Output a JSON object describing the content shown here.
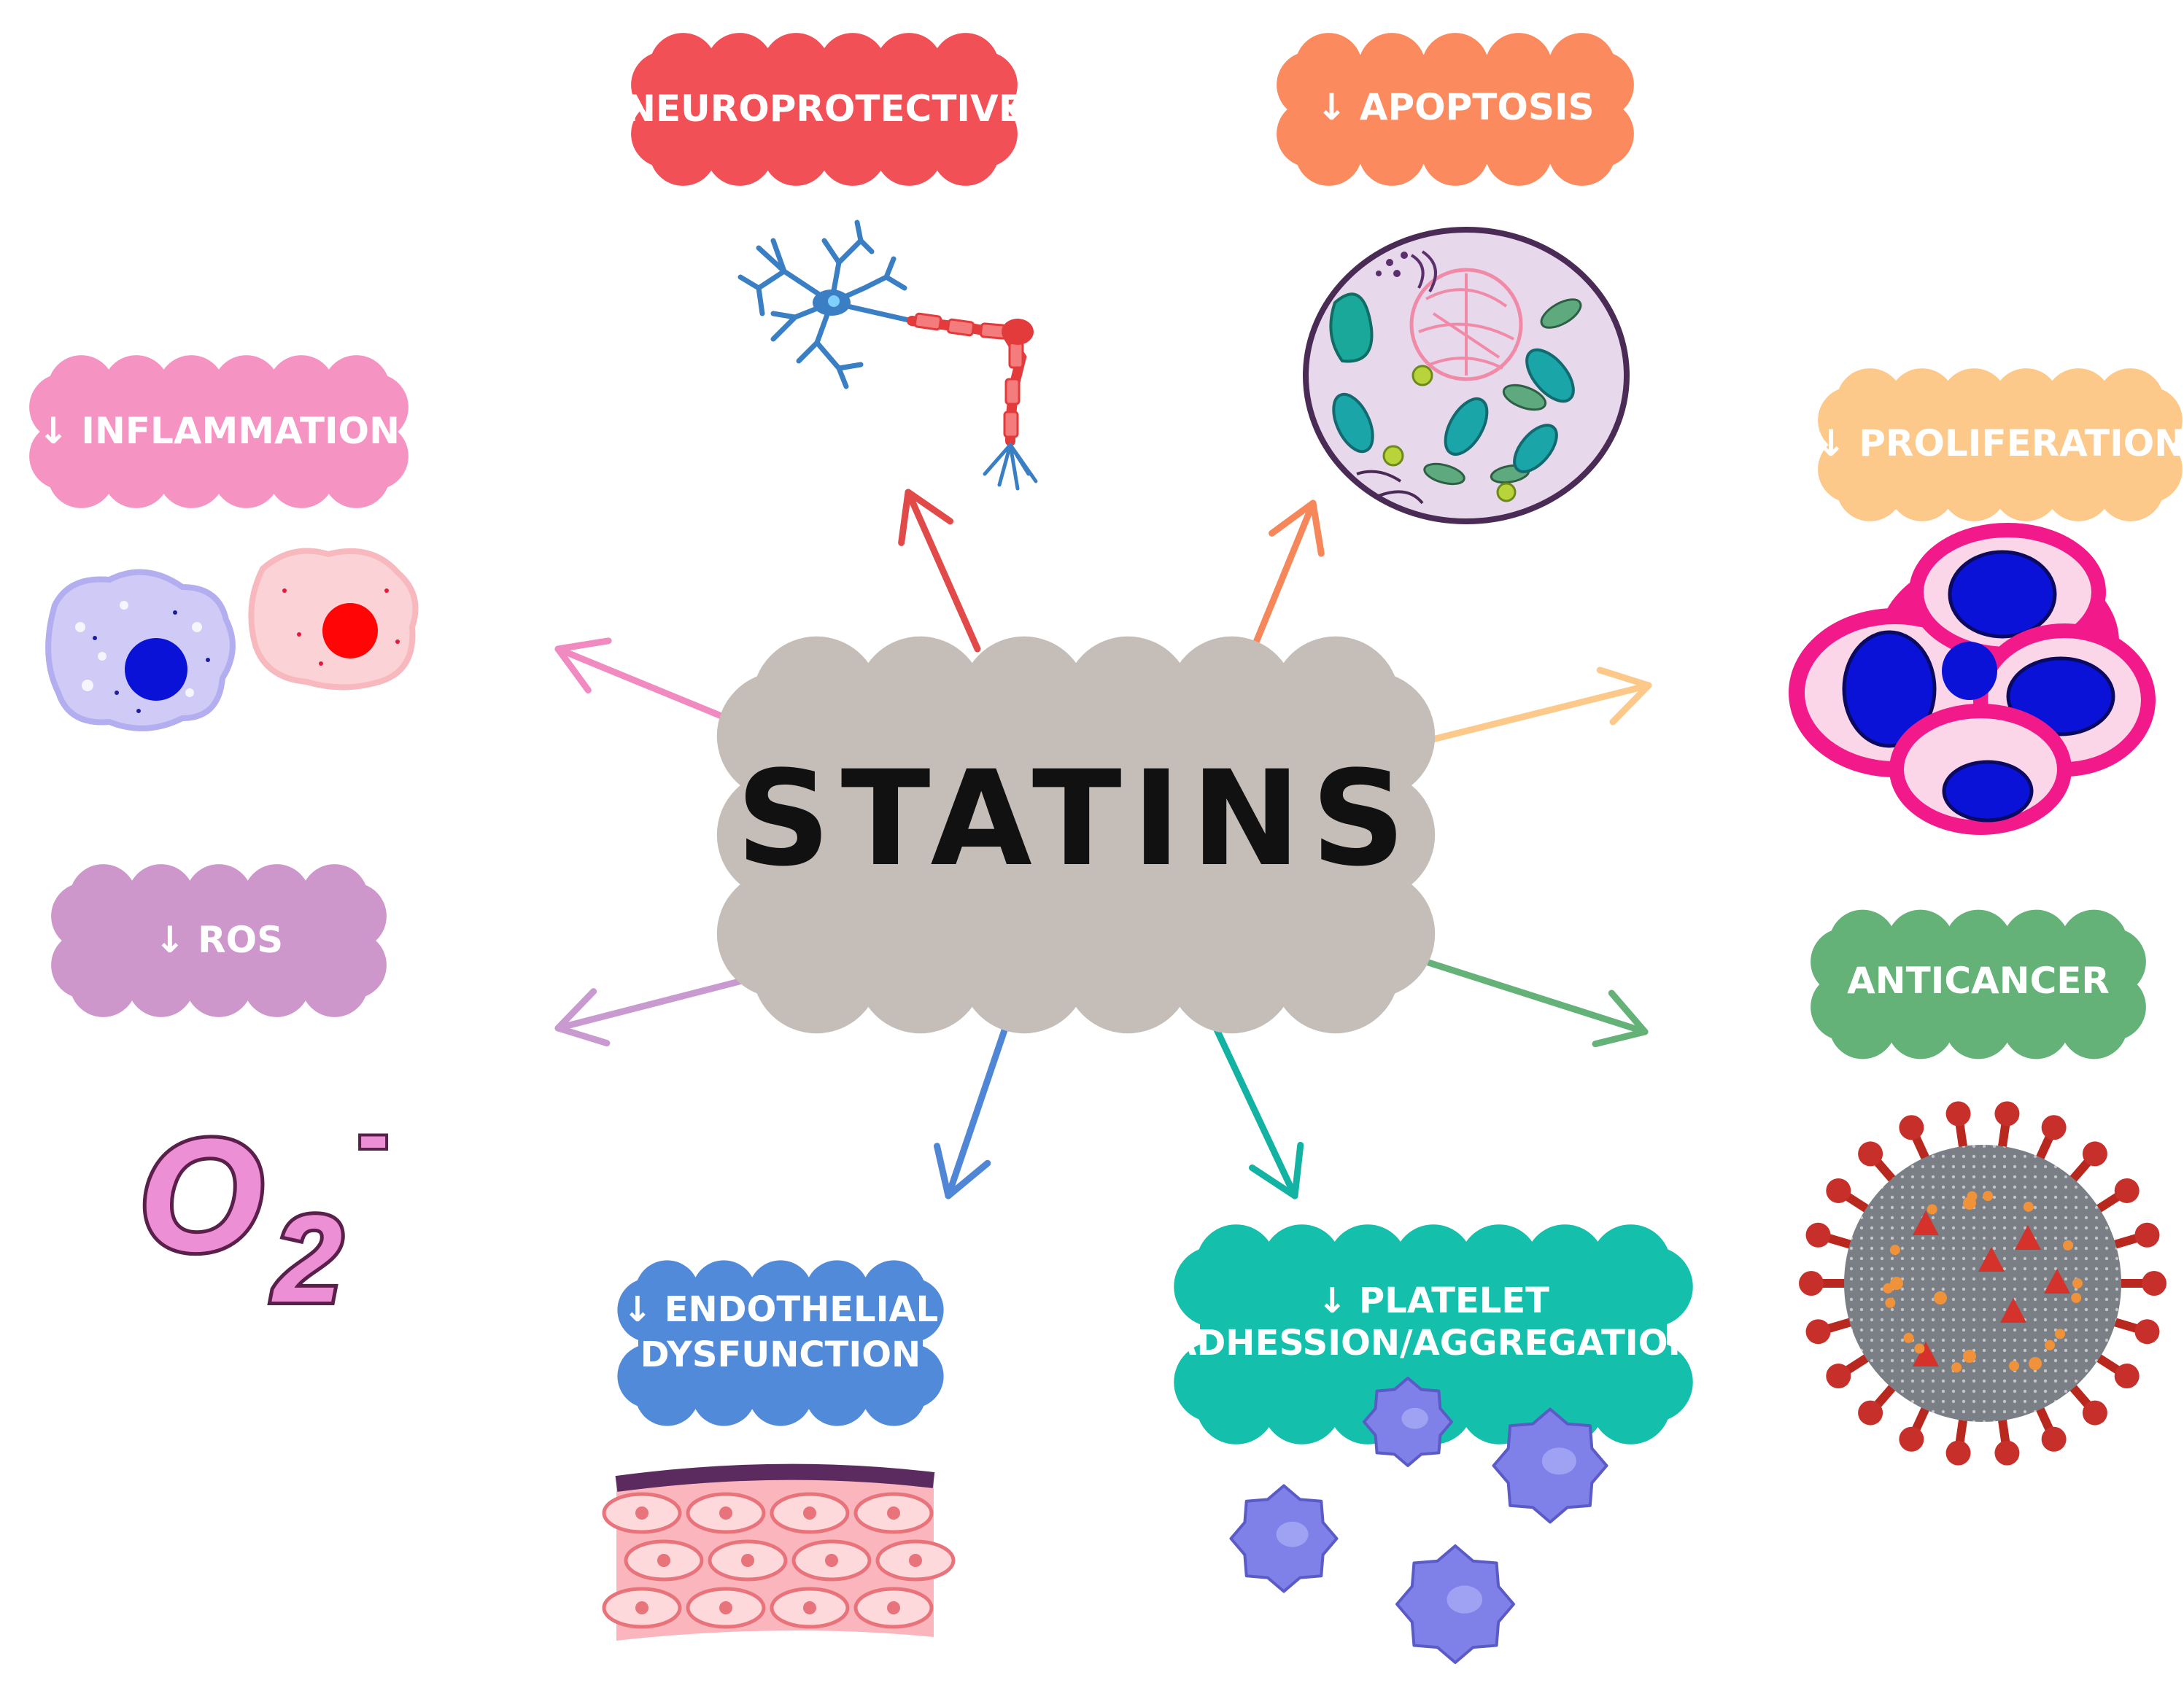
{
  "center": {
    "label": "STATINS",
    "color": "#c4bdb8"
  },
  "nodes": [
    {
      "id": "neuroprotective",
      "lines": [
        "NEUROPROTECTIVE"
      ],
      "color": "#f25057",
      "arrow_color": "#e24a4a",
      "icon": "neuron-icon"
    },
    {
      "id": "apoptosis",
      "lines": [
        "↓ APOPTOSIS"
      ],
      "color": "#fb8a5e",
      "arrow_color": "#f5875a",
      "icon": "animal-cell-icon"
    },
    {
      "id": "proliferation",
      "lines": [
        "↓ PROLIFERATION"
      ],
      "color": "#fdc98a",
      "arrow_color": "#fdc98a",
      "icon": "dividing-cells-icon"
    },
    {
      "id": "anticancer",
      "lines": [
        "ANTICANCER"
      ],
      "color": "#64b278",
      "arrow_color": "#64b278",
      "icon": "virus-icon"
    },
    {
      "id": "platelet",
      "lines": [
        "↓ PLATELET",
        "ADHESSION/AGGREGATION"
      ],
      "color": "#14bfab",
      "arrow_color": "#12b3a3",
      "icon": "platelets-icon"
    },
    {
      "id": "endothelial",
      "lines": [
        "↓ ENDOTHELIAL",
        "DYSFUNCTION"
      ],
      "color": "#508ad8",
      "arrow_color": "#4f86d6",
      "icon": "endothelium-icon"
    },
    {
      "id": "ros",
      "lines": [
        "↓ ROS"
      ],
      "color": "#cd97cc",
      "arrow_color": "#c99ad0",
      "icon": "superoxide-icon"
    },
    {
      "id": "inflammation",
      "lines": [
        "↓ INFLAMMATION"
      ],
      "color": "#f593c3",
      "arrow_color": "#f08ac0",
      "icon": "immune-cells-icon"
    }
  ],
  "superoxide": {
    "base": "O",
    "subscript": "2",
    "superscript": "-"
  }
}
